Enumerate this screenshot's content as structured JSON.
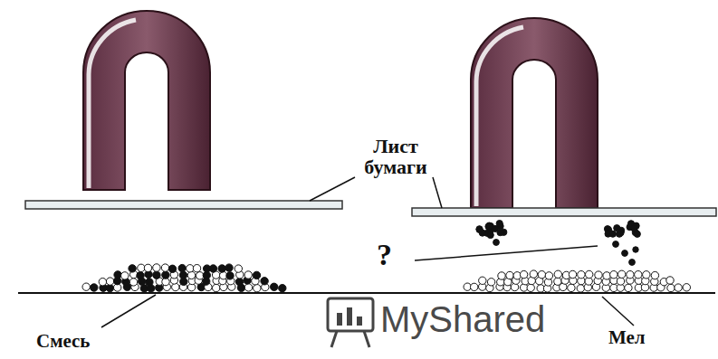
{
  "diagram": {
    "labels": [
      "Лист бумаги",
      "?",
      "Смесь",
      "Мел",
      "MyShared"
    ]
  }
}
